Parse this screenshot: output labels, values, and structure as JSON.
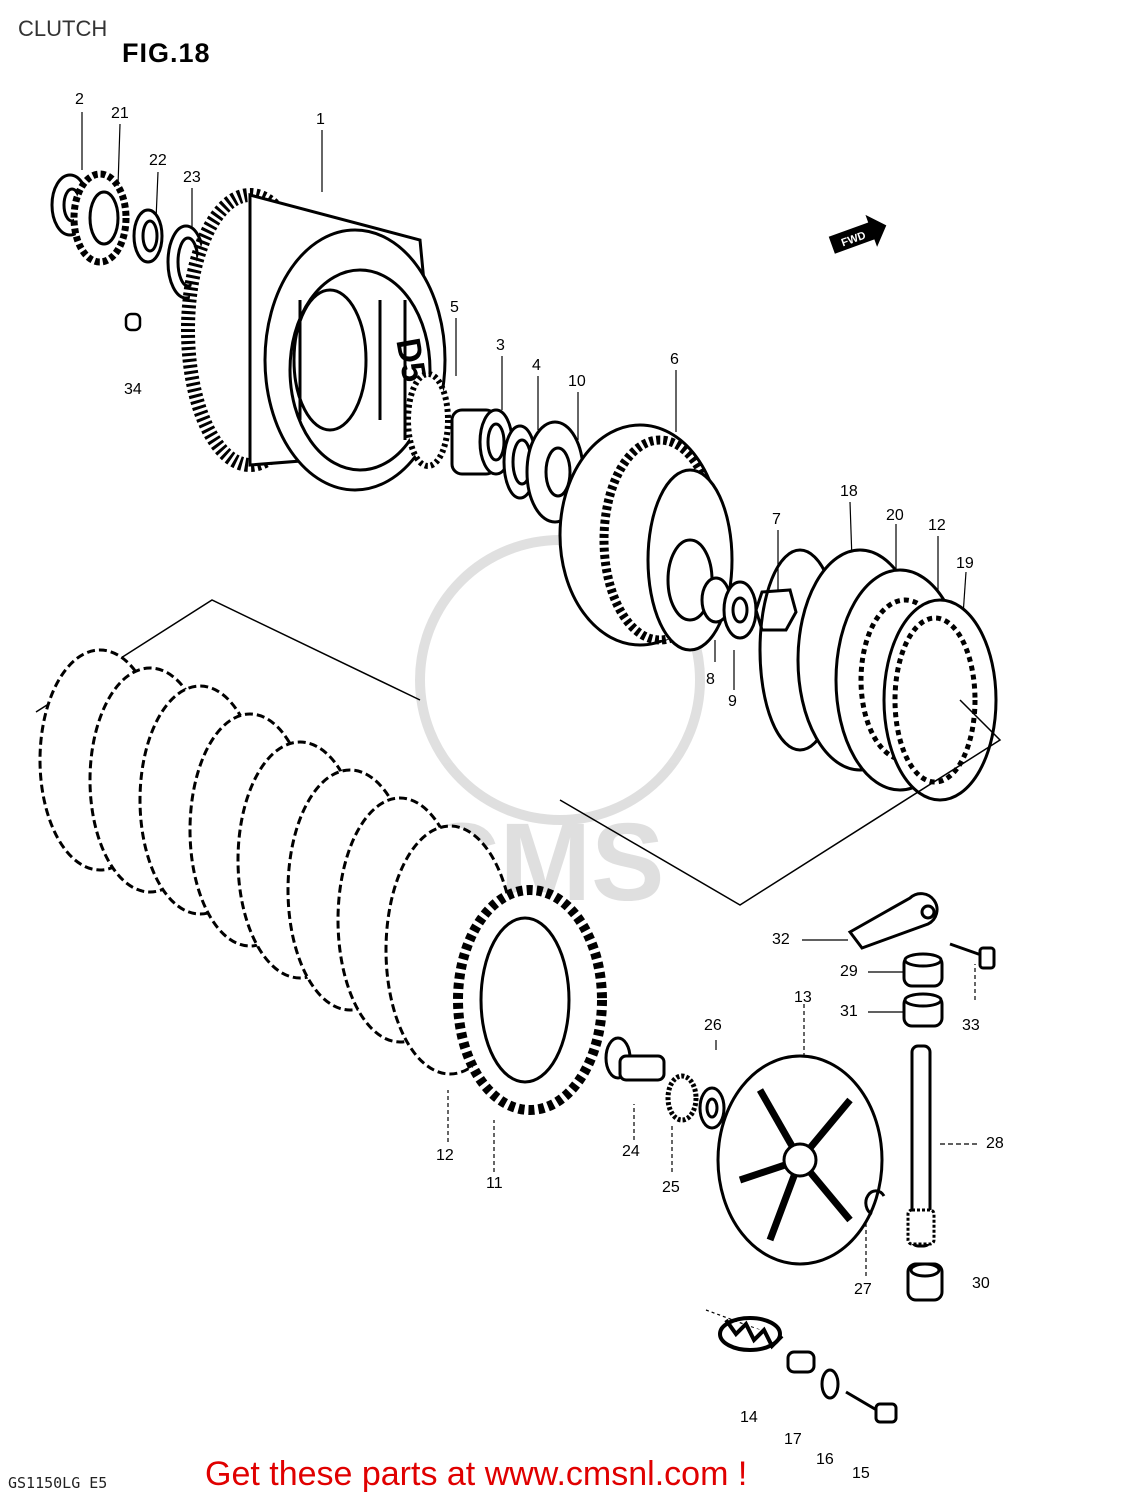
{
  "header": {
    "caption": "CLUTCH",
    "figure": "FIG.18"
  },
  "parts": [
    {
      "id": "2"
    },
    {
      "id": "21"
    },
    {
      "id": "22"
    },
    {
      "id": "23"
    },
    {
      "id": "1"
    },
    {
      "id": "34"
    },
    {
      "id": "5"
    },
    {
      "id": "3"
    },
    {
      "id": "4"
    },
    {
      "id": "10"
    },
    {
      "id": "6"
    },
    {
      "id": "7"
    },
    {
      "id": "18"
    },
    {
      "id": "20"
    },
    {
      "id": "12"
    },
    {
      "id": "19"
    },
    {
      "id": "8"
    },
    {
      "id": "9"
    },
    {
      "id": "32"
    },
    {
      "id": "29"
    },
    {
      "id": "33"
    },
    {
      "id": "31"
    },
    {
      "id": "13"
    },
    {
      "id": "26"
    },
    {
      "id": "28"
    },
    {
      "id": "12"
    },
    {
      "id": "11"
    },
    {
      "id": "24"
    },
    {
      "id": "25"
    },
    {
      "id": "27"
    },
    {
      "id": "30"
    },
    {
      "id": "14"
    },
    {
      "id": "17"
    },
    {
      "id": "16"
    },
    {
      "id": "15"
    }
  ],
  "fwd_marker": "FWD",
  "housing_marking": "D5",
  "watermark": "CMS",
  "footer": {
    "code": "GS1150LG E5",
    "call_to_action": "Get these parts at www.cmsnl.com !"
  }
}
